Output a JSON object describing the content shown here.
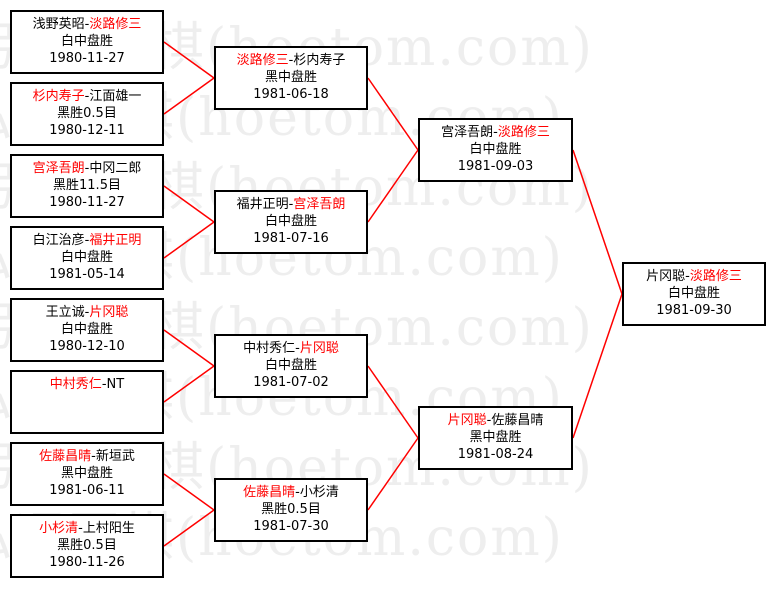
{
  "watermark": "弘通围棋(hoetom.com)",
  "colors": {
    "winner": "#ff0000",
    "line": "#ff0000",
    "border": "#000000",
    "watermark": "#eeeeee"
  },
  "rounds": [
    [
      {
        "p1": "浅野英昭",
        "p2": "淡路修三",
        "winner": 2,
        "result": "白中盘胜",
        "date": "1980-11-27"
      },
      {
        "p1": "杉内寿子",
        "p2": "江面雄一",
        "winner": 1,
        "result": "黑胜0.5目",
        "date": "1980-12-11"
      },
      {
        "p1": "宫泽吾朗",
        "p2": "中冈二郎",
        "winner": 1,
        "result": "黑胜11.5目",
        "date": "1980-11-27"
      },
      {
        "p1": "白江治彦",
        "p2": "福井正明",
        "winner": 2,
        "result": "白中盘胜",
        "date": "1981-05-14"
      },
      {
        "p1": "王立诚",
        "p2": "片冈聪",
        "winner": 2,
        "result": "白中盘胜",
        "date": "1980-12-10"
      },
      {
        "p1": "中村秀仁",
        "p2": "NT",
        "winner": 1,
        "result": "",
        "date": ""
      },
      {
        "p1": "佐藤昌晴",
        "p2": "新垣武",
        "winner": 1,
        "result": "黑中盘胜",
        "date": "1981-06-11"
      },
      {
        "p1": "小杉清",
        "p2": "上村阳生",
        "winner": 1,
        "result": "黑胜0.5目",
        "date": "1980-11-26"
      }
    ],
    [
      {
        "p1": "淡路修三",
        "p2": "杉内寿子",
        "winner": 1,
        "result": "黑中盘胜",
        "date": "1981-06-18"
      },
      {
        "p1": "福井正明",
        "p2": "宫泽吾朗",
        "winner": 2,
        "result": "白中盘胜",
        "date": "1981-07-16"
      },
      {
        "p1": "中村秀仁",
        "p2": "片冈聪",
        "winner": 2,
        "result": "白中盘胜",
        "date": "1981-07-02"
      },
      {
        "p1": "佐藤昌晴",
        "p2": "小杉清",
        "winner": 1,
        "result": "黑胜0.5目",
        "date": "1981-07-30"
      }
    ],
    [
      {
        "p1": "宫泽吾朗",
        "p2": "淡路修三",
        "winner": 2,
        "result": "白中盘胜",
        "date": "1981-09-03"
      },
      {
        "p1": "片冈聪",
        "p2": "佐藤昌晴",
        "winner": 1,
        "result": "黑中盘胜",
        "date": "1981-08-24"
      }
    ],
    [
      {
        "p1": "片冈聪",
        "p2": "淡路修三",
        "winner": 2,
        "result": "白中盘胜",
        "date": "1981-09-30"
      }
    ]
  ]
}
